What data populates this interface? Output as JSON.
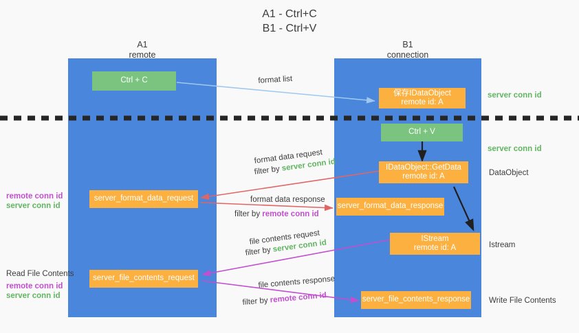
{
  "title": {
    "line1": "A1 - Ctrl+C",
    "line2": "B1 - Ctrl+V",
    "text": "A1 - Ctrl+C\nB1 - Ctrl+V"
  },
  "colors": {
    "background": "#f9f9f9",
    "lane": "#4a86db",
    "green_box": "#7bc47f",
    "orange_box": "#fcb040",
    "server_conn_id": "#62b562",
    "remote_conn_id": "#c14fd0",
    "arrow_format_list": "#9ec8ef",
    "arrow_format_data": "#e06666",
    "arrow_file_contents": "#c14fd0",
    "arrow_internal": "#202020",
    "separator": "#262626",
    "text": "#3c3c3c"
  },
  "columns": [
    {
      "name": "A1",
      "sub": "remote"
    },
    {
      "name": "B1",
      "sub": "connection"
    }
  ],
  "boxes": {
    "ctrl_c": "Ctrl + C",
    "ctrl_v": "Ctrl + V",
    "save_idataobject": "保存IDataObject\nremote id: A",
    "idataobject_getdata": "IDataObject::GetData\nremote id: A",
    "istream": "IStream\nremote id: A",
    "server_format_data_request": "server_format_data_request",
    "server_format_data_response": "server_format_data_response",
    "server_file_contents_request": "server_file_contents_request",
    "server_file_contents_response": "server_file_contents_response"
  },
  "middle_labels": {
    "format_list": "format list",
    "format_data_request": "format data request",
    "format_data_request_filter_prefix": "filter by ",
    "format_data_request_filter_value": "server conn id",
    "format_data_response": "format data response",
    "format_data_response_filter_prefix": "filter by ",
    "format_data_response_filter_value": "remote conn id",
    "file_contents_request": "file contents request",
    "file_contents_request_filter_prefix": "filter by ",
    "file_contents_request_filter_value": "server conn id",
    "file_contents_response": "file contents response",
    "file_contents_response_filter_prefix": "filter by ",
    "file_contents_response_filter_value": "remote conn id"
  },
  "right_labels": {
    "server_conn_id_top": "server conn id",
    "server_conn_id_mid": "server conn id",
    "dataobject": "DataObject",
    "istream": "Istream",
    "write_file_contents": "Write File Contents"
  },
  "left_labels": {
    "remote_conn_id_1": "remote conn id",
    "server_conn_id_1": "server conn id",
    "read_file_contents": "Read File Contents",
    "remote_conn_id_2": "remote conn id",
    "server_conn_id_2": "server conn id"
  }
}
